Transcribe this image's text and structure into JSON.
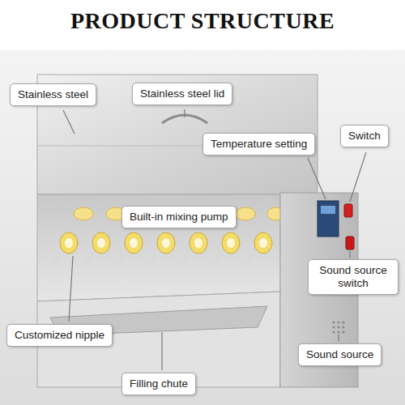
{
  "diagram": {
    "title": "PRODUCT STRUCTURE",
    "nodes": [
      {
        "text": [
          "Stainless steel"
        ]
      },
      {
        "text": [
          "Stainless steel lid"
        ]
      },
      {
        "text": [
          "Temperature setting"
        ]
      },
      {
        "text": [
          "Switch"
        ]
      },
      {
        "text": [
          "Built-in mixing pump"
        ]
      },
      {
        "text": [
          "Sound source switch"
        ]
      },
      {
        "text": [
          "Customized nipple"
        ]
      },
      {
        "text": [
          "Sound source"
        ]
      },
      {
        "text": [
          "Filling chute"
        ]
      }
    ]
  }
}
